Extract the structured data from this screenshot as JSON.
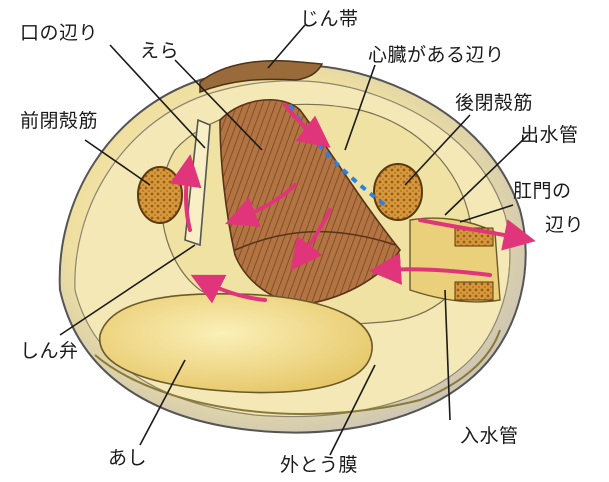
{
  "labels": {
    "mouth_area": "口の辺り",
    "gills": "えら",
    "ligament": "じん帯",
    "heart_area": "心臓がある辺り",
    "posterior_adductor": "後閉殻筋",
    "anterior_adductor": "前閉殻筋",
    "excurrent_siphon": "出水管",
    "anus_area_line1": "肛門の",
    "anus_area_line2": "辺り",
    "valve": "しん弁",
    "foot": "あし",
    "mantle": "外とう膜",
    "incurrent_siphon": "入水管"
  },
  "colors": {
    "flow_arrow": "#e0357a",
    "heart_line": "#2f7fe0",
    "shell_body": "#f3e6a8",
    "gill": "#a86a3a",
    "foot": "#f0d878",
    "muscle": "#c8882e"
  }
}
